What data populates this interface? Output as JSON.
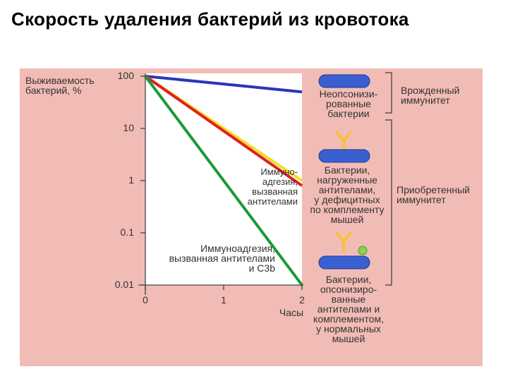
{
  "title": "Скорость удаления бактерий из кровотока",
  "colors": {
    "panel": "#f2bcb6",
    "plot_bg": "#ffffff",
    "bacterium": "#3a5fd0",
    "antibody": "#f5c23a",
    "complement": "#86d44a"
  },
  "chart_data": {
    "type": "line",
    "ylabel": "Выживаемость бактерий, %",
    "xlabel": "Часы",
    "y_scale": "log",
    "ylim": [
      0.01,
      100
    ],
    "xlim": [
      0,
      2
    ],
    "y_ticks": [
      "100",
      "10",
      "1",
      "0.1",
      "0.01"
    ],
    "y_tick_values": [
      100,
      10,
      1,
      0.1,
      0.01
    ],
    "x_ticks": [
      "0",
      "1",
      "2"
    ],
    "x_tick_values": [
      0,
      1,
      2
    ],
    "grid": false,
    "series": [
      {
        "color": "#2a36b8",
        "x": [
          0,
          2
        ],
        "y": [
          100,
          50
        ]
      },
      {
        "color": "#f0e020",
        "x": [
          0,
          2
        ],
        "y": [
          100,
          1
        ]
      },
      {
        "color": "#e02020",
        "x": [
          0,
          2
        ],
        "y": [
          100,
          0.8
        ]
      },
      {
        "color": "#1a9a3a",
        "x": [
          0,
          2
        ],
        "y": [
          100,
          0.01
        ]
      }
    ],
    "annotations": {
      "immunoadhesion_antibodies": "Иммуно-\nадгезия,\nвызванная\nантителами",
      "immunoadhesion_antibodies_c3b": "Иммуноадгезия,\nвызванная антителами\nи C3b"
    }
  },
  "legend": {
    "unopsonized": "Неопсонизи-\nрованные\nбактерии",
    "antibody_loaded": "Бактерии,\nнагруженные\nантителами,\nу дефицитных\nпо комплементу\nмышей",
    "opsonized": "Бактерии,\nопсонизиро-\nванные\nантителами и\nкомплементом,\nу нормальных\nмышей"
  },
  "brackets": {
    "innate": "Врожденный\nиммунитет",
    "acquired": "Приобретенный\nиммунитет"
  }
}
